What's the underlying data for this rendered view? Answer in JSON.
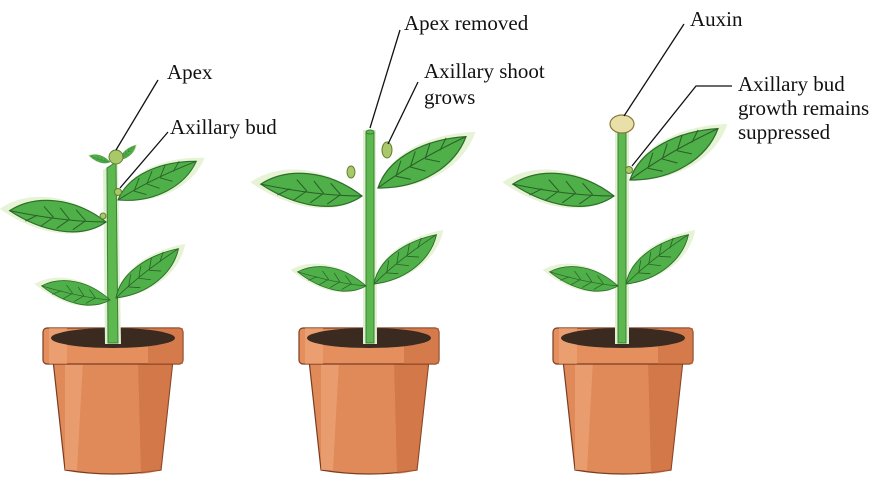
{
  "labels": {
    "apex": "Apex",
    "axillary_bud": "Axillary bud",
    "apex_removed": "Apex removed",
    "axillary_shoot_grows_line1": "Axillary shoot",
    "axillary_shoot_grows_line2": "grows",
    "auxin": "Auxin",
    "suppressed_line1": "Axillary bud",
    "suppressed_line2": "growth remains",
    "suppressed_line3": "suppressed"
  },
  "colors": {
    "leaf": "#4fb04a",
    "stem": "#5cb84f",
    "pot": "#e08a5a",
    "soil": "#3a2a20",
    "auxin": "#e9dfa8"
  }
}
